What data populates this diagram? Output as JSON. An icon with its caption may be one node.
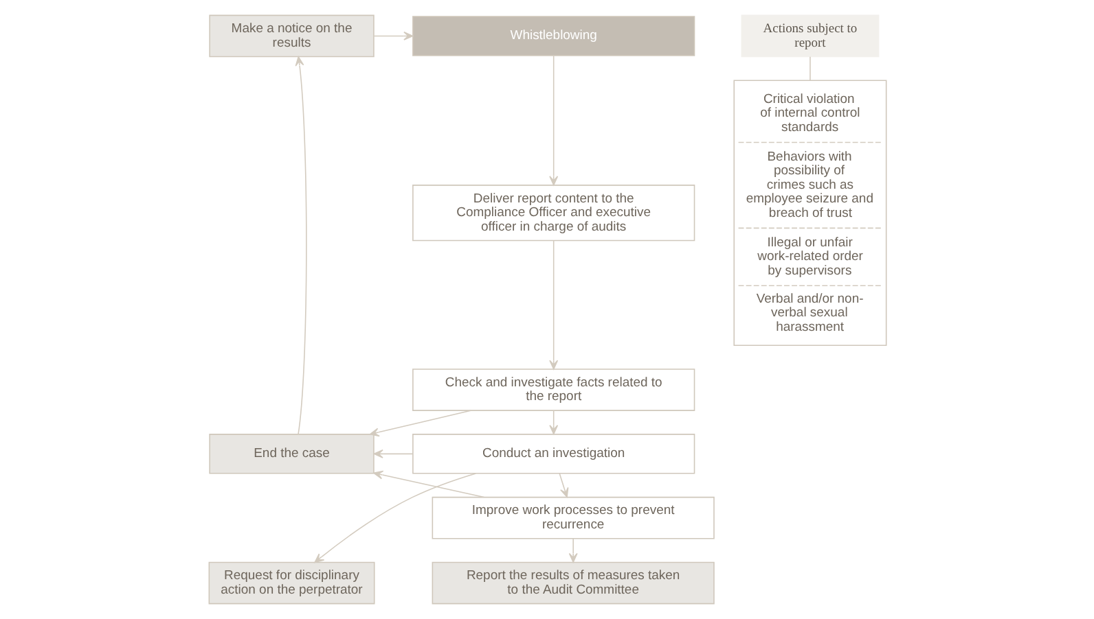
{
  "diagram": {
    "nodes": [
      {
        "text": [
          "Whistleblowing"
        ]
      },
      {
        "text": [
          "Make a notice on the results"
        ]
      },
      {
        "text": [
          "Deliver report content to the Compliance Officer and executive officer in charge of audits"
        ]
      },
      {
        "text": [
          "Check and investigate facts related to the report"
        ]
      },
      {
        "text": [
          "End the case"
        ]
      },
      {
        "text": [
          "Conduct an investigation"
        ]
      },
      {
        "text": [
          "Improve work processes to prevent recurrence"
        ]
      },
      {
        "text": [
          "Report the results of measures taken to the Audit Committee"
        ]
      },
      {
        "text": [
          "Request for disciplinary action on the perpetrator"
        ]
      },
      {
        "text": [
          "Actions subject to report"
        ]
      },
      {
        "text": [
          "Critical violation of internal control standards",
          "Behaviors with possibility of crimes such as employee seizure and breach of trust",
          "Illegal or unfair work-related order by supervisors",
          "Verbal and/or non-verbal sexual harassment"
        ]
      }
    ],
    "edges": [
      {
        "from": 1,
        "to": 0,
        "arrow": "to"
      },
      {
        "from": 0,
        "to": 2,
        "arrow": "to"
      },
      {
        "from": 2,
        "to": 3,
        "arrow": "to"
      },
      {
        "from": 3,
        "to": 5,
        "arrow": "to"
      },
      {
        "from": 3,
        "to": 4,
        "arrow": "to"
      },
      {
        "from": 4,
        "to": 1,
        "arrow": "to"
      },
      {
        "from": 5,
        "to": 4,
        "arrow": "to"
      },
      {
        "from": 6,
        "to": 4,
        "arrow": "to"
      },
      {
        "from": 5,
        "to": 6,
        "arrow": "to"
      },
      {
        "from": 5,
        "to": 8,
        "arrow": "to"
      },
      {
        "from": 6,
        "to": 7,
        "arrow": "to"
      },
      {
        "from": 9,
        "to": 10,
        "arrow": "none"
      }
    ]
  }
}
